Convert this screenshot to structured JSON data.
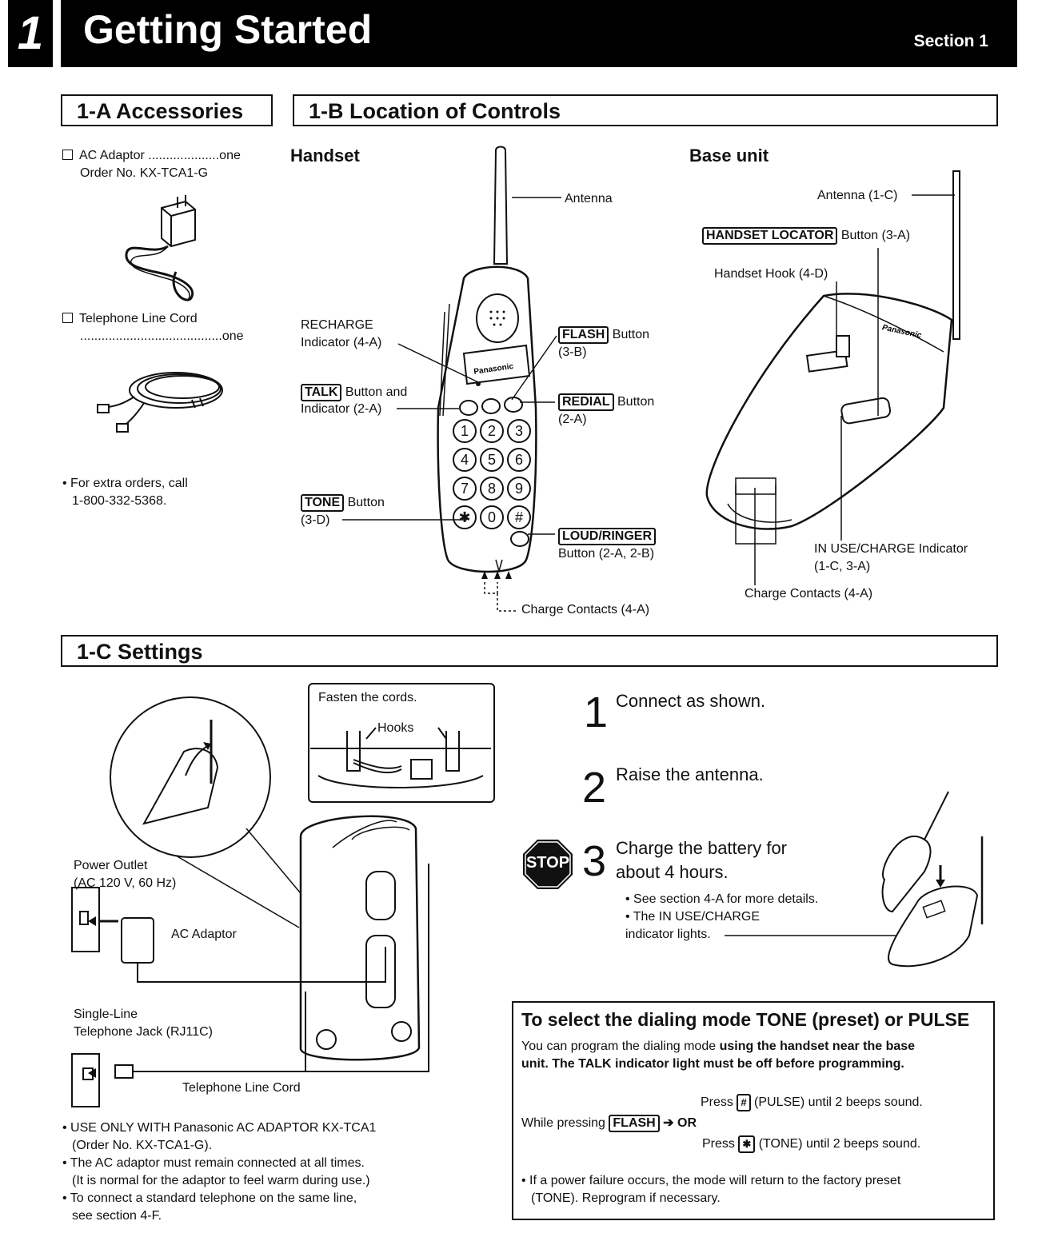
{
  "header": {
    "chapter": "1",
    "title": "Getting Started",
    "section": "Section 1"
  },
  "accessories": {
    "heading": "1-A  Accessories",
    "item1": {
      "line1": "AC Adaptor ....................one",
      "line2": "Order No. KX-TCA1-G"
    },
    "item2": {
      "line1": "Telephone Line Cord",
      "line2": "........................................one"
    },
    "note": {
      "line1": "• For extra orders, call",
      "line2": "1-800-332-5368."
    }
  },
  "controls": {
    "heading": "1-B  Location of Controls",
    "handset": {
      "title": "Handset",
      "antenna": "Antenna",
      "recharge_line1": "RECHARGE",
      "recharge_line2": "Indicator (4-A)",
      "talk_key": "TALK",
      "talk_line1": " Button and",
      "talk_line2": "Indicator (2-A)",
      "tone_key": "TONE",
      "tone_line1": " Button",
      "tone_line2": "(3-D)",
      "flash_key": "FLASH",
      "flash_line1": " Button",
      "flash_line2": "(3-B)",
      "redial_key": "REDIAL",
      "redial_line1": " Button",
      "redial_line2": "(2-A)",
      "loud_key": "LOUD/RINGER",
      "loud_line2": "Button (2-A, 2-B)",
      "charge": "Charge Contacts (4-A)",
      "brand": "Panasonic",
      "keys": [
        "1",
        "2",
        "3",
        "4",
        "5",
        "6",
        "7",
        "8",
        "9",
        "✱",
        "0",
        "#"
      ]
    },
    "base": {
      "title": "Base unit",
      "antenna": "Antenna (1-C)",
      "locator_key": "HANDSET LOCATOR",
      "locator_rest": " Button (3-A)",
      "hook": "Handset Hook (4-D)",
      "inuse_line1": "IN USE/CHARGE Indicator",
      "inuse_line2": "(1-C, 3-A)",
      "charge": "Charge Contacts (4-A)",
      "brand": "Panasonic"
    }
  },
  "settings": {
    "heading": "1-C  Settings",
    "fasten": "Fasten the cords.",
    "hooks": "Hooks",
    "power_outlet_line1": "Power Outlet",
    "power_outlet_line2": "(AC 120 V, 60 Hz)",
    "ac_adaptor": "AC Adaptor",
    "jack_line1": "Single-Line",
    "jack_line2": "Telephone Jack (RJ11C)",
    "line_cord": "Telephone Line Cord",
    "notes": [
      "• USE ONLY WITH Panasonic AC ADAPTOR KX-TCA1",
      "(Order No. KX-TCA1-G).",
      "• The AC adaptor must remain connected at all times.",
      "(It is normal for the adaptor to feel warm during use.)",
      "• To connect a standard telephone on the same line,",
      "see section 4-F."
    ],
    "steps": [
      {
        "num": "1",
        "text": "Connect as shown."
      },
      {
        "num": "2",
        "text": "Raise the antenna."
      },
      {
        "num": "3",
        "line1": "Charge the battery for",
        "line2": "about 4 hours."
      }
    ],
    "stop": "STOP",
    "step3_notes": [
      "• See section 4-A for more details.",
      "• The IN USE/CHARGE",
      "indicator lights."
    ]
  },
  "dialing": {
    "title": "To select the dialing mode TONE (preset) or PULSE",
    "intro1_plain": "You can program the dialing mode ",
    "intro1_bold": "using the handset near the base",
    "intro2_bold": "unit. The TALK indicator light must be off before programming.",
    "while_pressing": "While pressing",
    "flash_key": "FLASH",
    "or": "OR",
    "press1_pre": "Press",
    "pulse_key": "#",
    "press1_post": "(PULSE) until 2 beeps sound.",
    "press2_pre": "Press",
    "tone_key": "✱",
    "press2_post": "(TONE) until 2 beeps sound.",
    "note1": "• If a power failure occurs, the mode will return to the factory preset",
    "note2": "(TONE). Reprogram if necessary."
  }
}
